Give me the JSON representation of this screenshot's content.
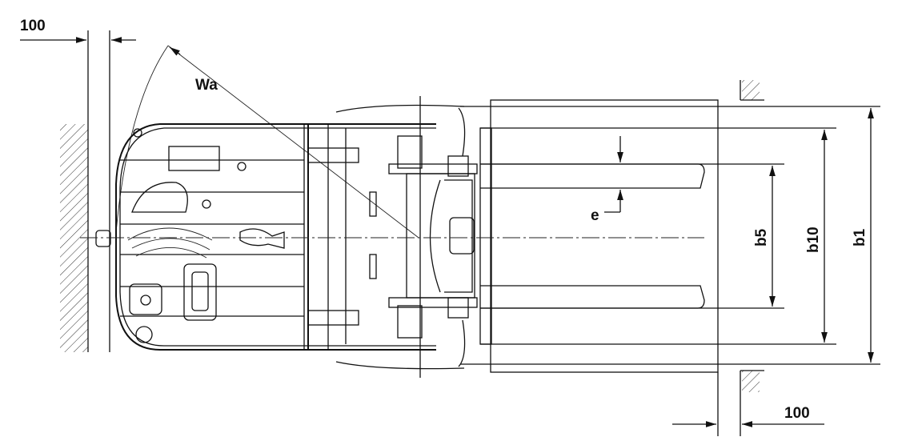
{
  "dimensions": {
    "top_left_clearance": "100",
    "turning_radius": "Wa",
    "fork_offset": "e",
    "fork_spread_outer": "b5",
    "load_width_b10": "b10",
    "overall_width": "b1",
    "bottom_right_clearance": "100"
  }
}
